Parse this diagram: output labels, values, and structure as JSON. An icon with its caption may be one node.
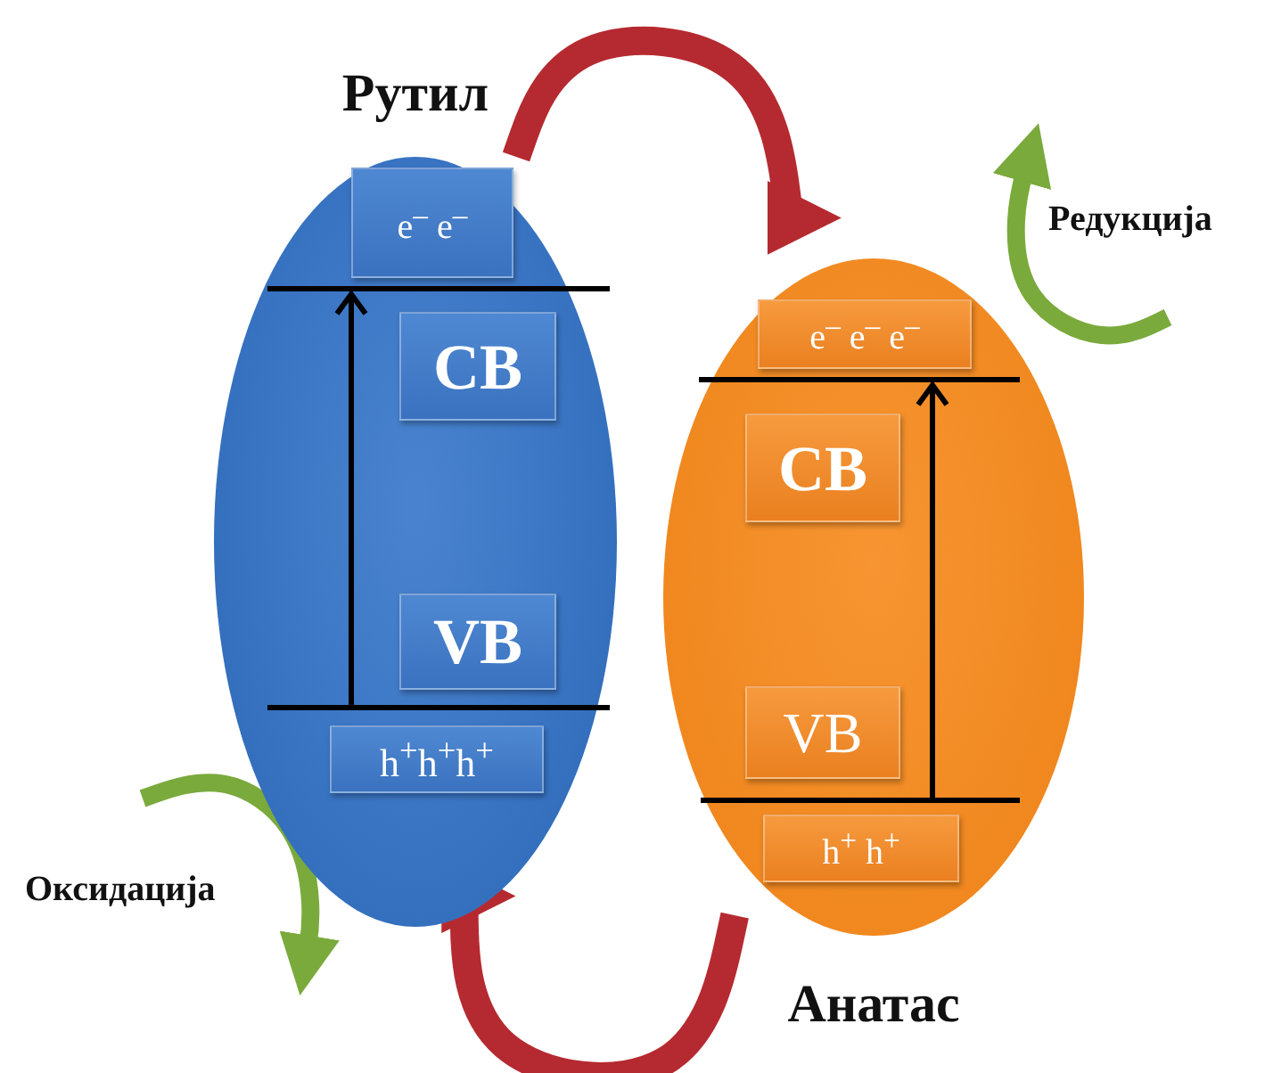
{
  "diagram": {
    "nodes": [
      {
        "text": [
          "Рутил"
        ]
      },
      {
        "text": [
          "e$^{–}$ e$^{–}$"
        ],
        "in": 0
      },
      {
        "text": [
          "CB"
        ],
        "in": 0
      },
      {
        "text": [
          "VB"
        ],
        "in": 0
      },
      {
        "text": [
          "h$^{+}$h$^{+}$h$^{+}$"
        ],
        "in": 0
      },
      {
        "text": [
          "Анатас"
        ]
      },
      {
        "text": [
          "e$^{–}$ e$^{–}$ e$^{–}$"
        ],
        "in": 5
      },
      {
        "text": [
          "CB"
        ],
        "in": 5
      },
      {
        "text": [
          "VB"
        ],
        "in": 5
      },
      {
        "text": [
          "h$^{+}$ h$^{+}$"
        ],
        "in": 5
      }
    ],
    "edges": [
      {
        "from": 0,
        "to": 5,
        "arrow": "to"
      },
      {
        "from": 5,
        "to": 0,
        "arrow": "to"
      }
    ],
    "labels": [
      "Редукција",
      "Оксидација"
    ]
  }
}
